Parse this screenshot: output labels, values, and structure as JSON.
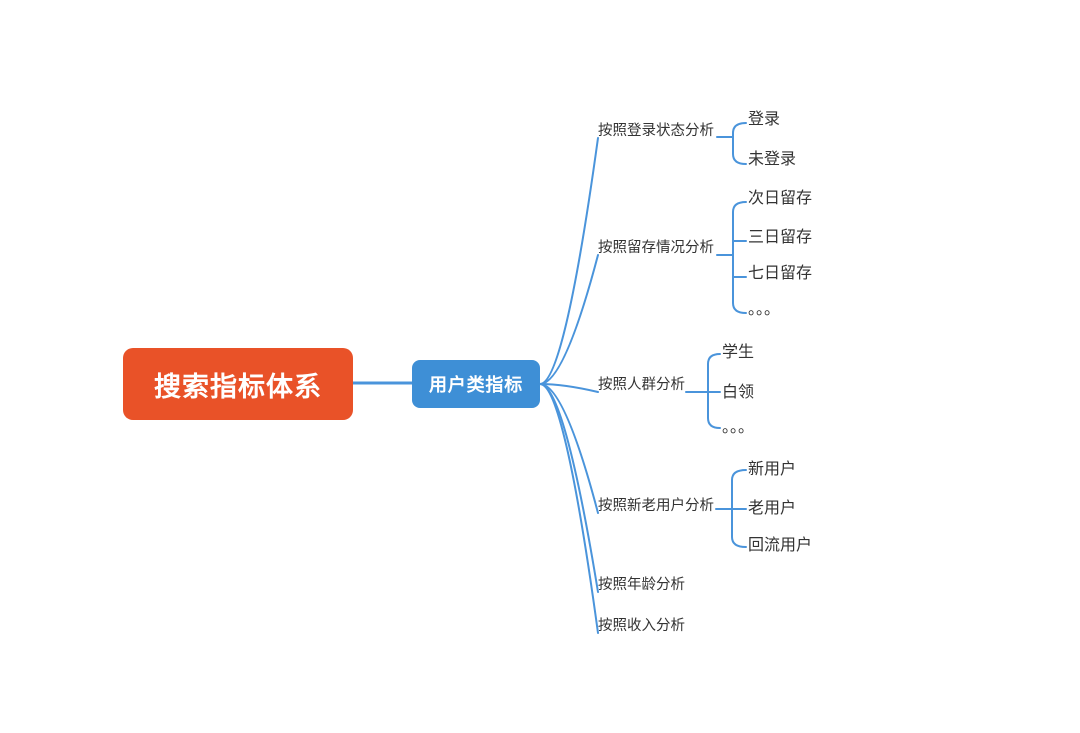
{
  "colors": {
    "root_bg": "#E95228",
    "level2_bg": "#3E8FD6",
    "connector_line": "#4A94DB",
    "label_text": "#333333",
    "node_text": "#ffffff",
    "background": "#ffffff"
  },
  "root": {
    "label": "搜索指标体系"
  },
  "level2": {
    "label": "用户类指标"
  },
  "branches": [
    {
      "label": "按照登录状态分析",
      "children": [
        {
          "label": "登录"
        },
        {
          "label": "未登录"
        }
      ]
    },
    {
      "label": "按照留存情况分析",
      "children": [
        {
          "label": "次日留存"
        },
        {
          "label": "三日留存"
        },
        {
          "label": "七日留存"
        },
        {
          "label": "。。。"
        }
      ]
    },
    {
      "label": "按照人群分析",
      "children": [
        {
          "label": "学生"
        },
        {
          "label": "白领"
        },
        {
          "label": "。。。"
        }
      ]
    },
    {
      "label": "按照新老用户分析",
      "children": [
        {
          "label": "新用户"
        },
        {
          "label": "老用户"
        },
        {
          "label": "回流用户"
        }
      ]
    },
    {
      "label": "按照年龄分析",
      "children": []
    },
    {
      "label": "按照收入分析",
      "children": []
    }
  ]
}
